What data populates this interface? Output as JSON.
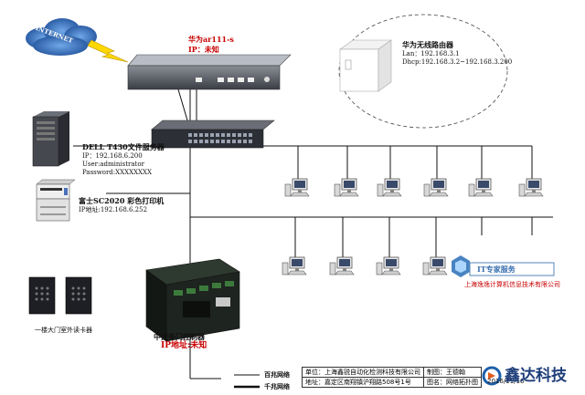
{
  "internet": {
    "label": "INTERNET"
  },
  "gateway": {
    "name": "华为ar111-s",
    "ip": "IP：未知"
  },
  "router": {
    "name": "华为无线路由器",
    "lan": "Lan：192.168.3.1",
    "dhcp": "Dhcp:192.168.3.2~192.168.3.200"
  },
  "server": {
    "model": "DELL T430文件服务器",
    "ip": "IP：192.168.6.200",
    "user": "User:administrator",
    "password": "Password:XXXXXXXX"
  },
  "printer": {
    "model": "富士SC2020 彩色打印机",
    "ip": "IP地址:192.168.6.252"
  },
  "card_reader": {
    "label": "一楼大门室外读卡器"
  },
  "access_controller": {
    "name": "中控多门控制器",
    "ip": "IP地址:未知"
  },
  "watermark": {
    "badge": "IT专家服务",
    "company": "上海逸逸计算机信息技术有限公司"
  },
  "legend": {
    "hundred": "百兆网络",
    "gigabit": "千兆网络"
  },
  "title_block": {
    "unit": "单位：上海鑫锐自动化检测科技有限公司",
    "drawer": "制图：王德翰",
    "address": "地址：嘉定区南翔镇沪翔路508号1号",
    "drawing": "图名：网络拓扑图",
    "date": "2016/11/16"
  },
  "brand": {
    "name": "鑫达科技"
  },
  "colors": {
    "accent_red": "#c80000",
    "cloud_blue": "#1f5fa8",
    "bolt_yellow": "#ffd700"
  }
}
